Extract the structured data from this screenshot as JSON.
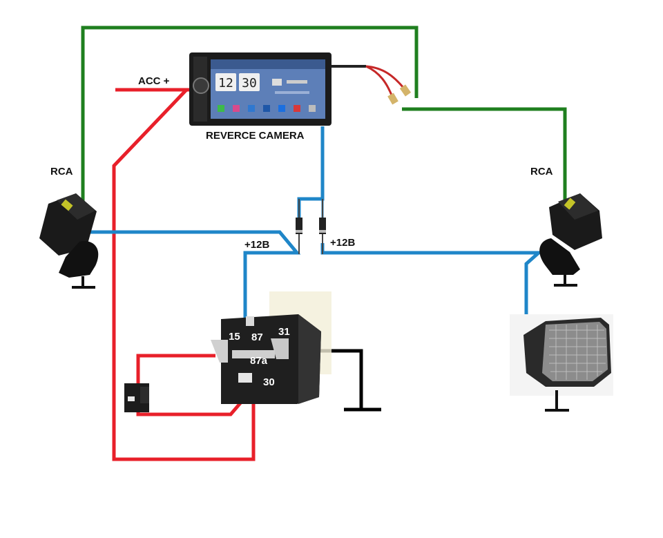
{
  "labels": {
    "acc": "ACC +",
    "reverse_camera": "REVERCE CAMERA",
    "rca_left": "RCA",
    "rca_right": "RCA",
    "plus12_left": "+12B",
    "plus12_right": "+12B"
  },
  "head_unit": {
    "clock_hours": "12",
    "clock_minutes": "30"
  },
  "relay": {
    "pins": {
      "p15": "15",
      "p87": "87",
      "p31": "31",
      "p87a": "87a",
      "p30": "30"
    }
  },
  "colors": {
    "power_wire": "#e8202a",
    "video_wire": "#1f7f1f",
    "signal_wire": "#1f86c8",
    "ground_wire": "#000000"
  }
}
